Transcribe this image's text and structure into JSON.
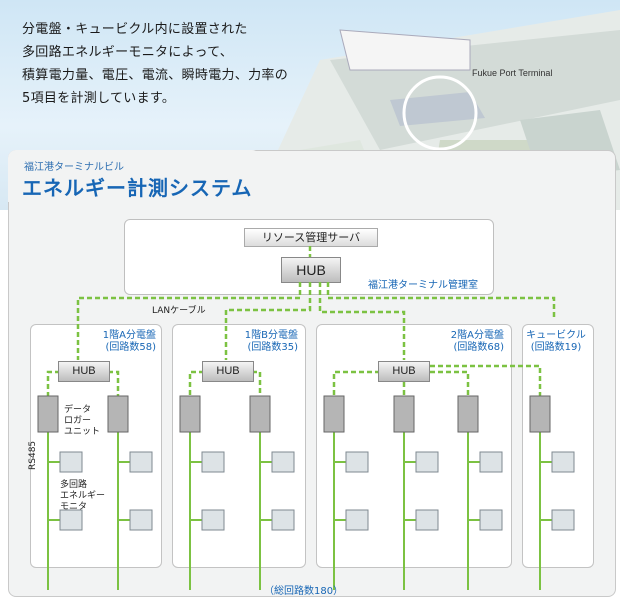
{
  "intro": {
    "line1": "分電盤・キュービクル内に設置された",
    "line2": "多回路エネルギーモニタによって、",
    "line3": "積算電力量、電圧、電流、瞬時電力、力率の",
    "line4": "5項目を計測しています。"
  },
  "map": {
    "port_label": "Fukue Port Terminal"
  },
  "system": {
    "subtitle": "福江港ターミナルビル",
    "title": "エネルギー計測システム",
    "server": "リソース管理サーバ",
    "hub": "HUB",
    "management_room": "福江港ターミナル管理室",
    "lan_label": "LANケーブル",
    "data_logger": [
      "データ",
      "ロガー",
      "ユニット"
    ],
    "rs485": "RS485",
    "monitor": [
      "多回路",
      "エネルギー",
      "モニタ"
    ],
    "total": "（総回路数180）",
    "panels": [
      {
        "name": "1階A分電盤",
        "circuits": "(回路数58)"
      },
      {
        "name": "1階B分電盤",
        "circuits": "(回路数35)"
      },
      {
        "name": "2階A分電盤",
        "circuits": "(回路数68)"
      },
      {
        "name": "キュービクル",
        "circuits": "(回路数19)"
      }
    ]
  }
}
